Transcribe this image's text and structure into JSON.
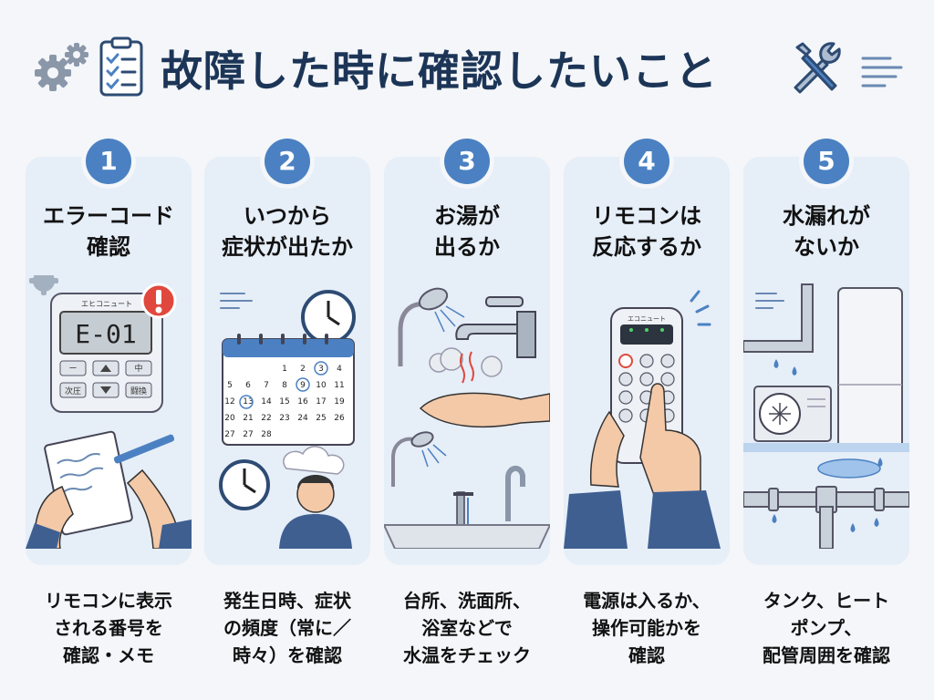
{
  "title": "故障した時に確認したいこと",
  "steps": [
    {
      "number": "1",
      "title": [
        "エラーコード",
        "確認"
      ],
      "remote_brand": "エヒコニュート",
      "error_code": "E-01",
      "remote_buttons": [
        "ー",
        "中",
        "次圧",
        "闘換"
      ],
      "description": [
        "リモコンに表示",
        "される番号を",
        "確認・メモ"
      ]
    },
    {
      "number": "2",
      "title": [
        "いつから",
        "症状が出たか"
      ],
      "calendar_rows": [
        [
          "",
          "",
          "",
          "1",
          "2",
          "3",
          "4"
        ],
        [
          "5",
          "6",
          "7",
          "8",
          "9",
          "10",
          "11"
        ],
        [
          "12",
          "13",
          "14",
          "15",
          "16",
          "17",
          "19"
        ],
        [
          "20",
          "21",
          "22",
          "23",
          "24",
          "25",
          "26"
        ],
        [
          "27",
          "27",
          "28",
          "",
          "",
          "",
          ""
        ]
      ],
      "description": [
        "発生日時、症状",
        "の頻度（常に／",
        "時々）を確認"
      ]
    },
    {
      "number": "3",
      "title": [
        "お湯が",
        "出るか"
      ],
      "description": [
        "台所、洗面所、",
        "浴室などで",
        "水温をチェック"
      ]
    },
    {
      "number": "4",
      "title": [
        "リモコンは",
        "反応するか"
      ],
      "remote_brand": "エコニュート",
      "description": [
        "電源は入るか、",
        "操作可能かを",
        "確認"
      ]
    },
    {
      "number": "5",
      "title": [
        "水漏れが",
        "ないか"
      ],
      "description": [
        "タンク、ヒート",
        "ポンプ、",
        "配管周囲を確認"
      ]
    }
  ],
  "colors": {
    "accent": "#4b81c2",
    "card_bg": "#e6eef8",
    "title": "#1c3557",
    "alert": "#e0483e"
  },
  "icons": [
    "gears-icon",
    "clipboard-checklist-icon",
    "wrench-screwdriver-icon",
    "lines-icon"
  ]
}
